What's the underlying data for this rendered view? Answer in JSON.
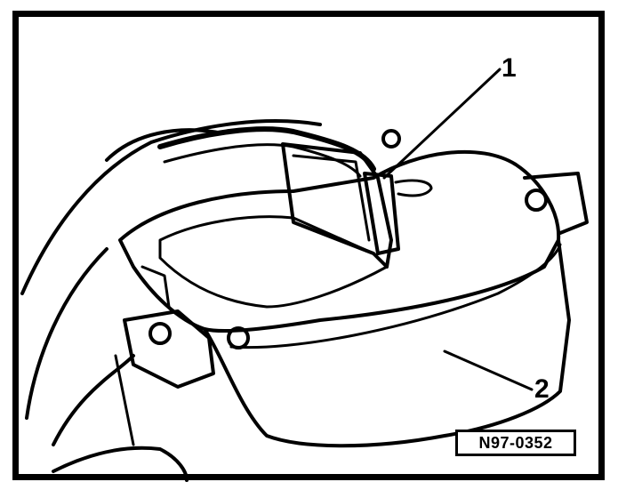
{
  "callouts": [
    {
      "label": "1"
    },
    {
      "label": "2"
    }
  ],
  "figure_code": "N97-0352",
  "colors": {
    "ink": "#000000",
    "paper": "#ffffff"
  }
}
